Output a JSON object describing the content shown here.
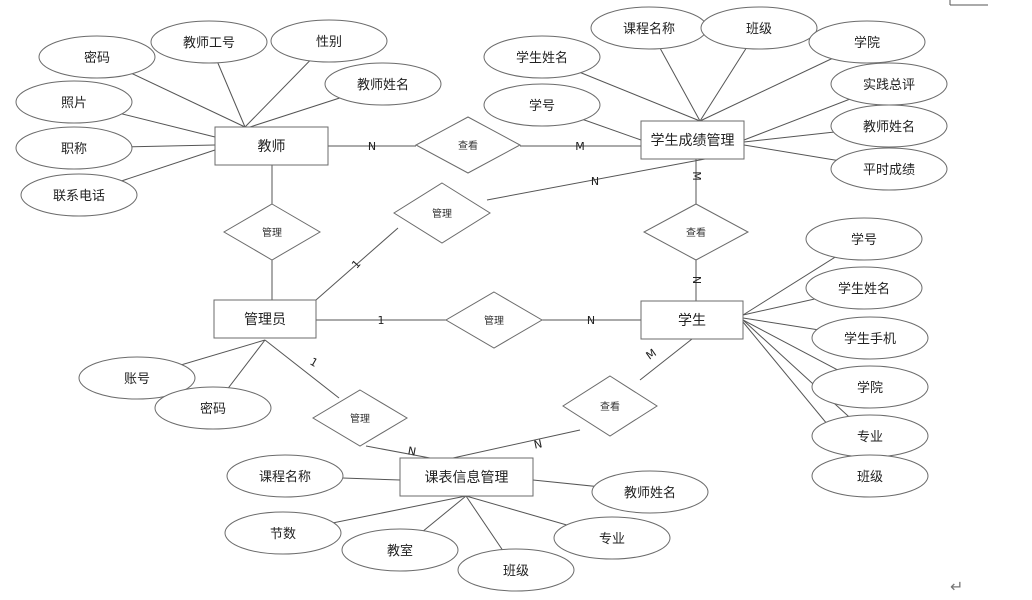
{
  "diagram": {
    "entities": {
      "teacher": "教师",
      "grade_mgmt": "学生成绩管理",
      "admin": "管理员",
      "student": "学生",
      "schedule_mgmt": "课表信息管理"
    },
    "relationships": {
      "teacher_view_grade": "查看",
      "teacher_admin": "管理",
      "admin_grade": "管理",
      "student_view_grade": "查看",
      "admin_student": "管理",
      "admin_schedule": "管理",
      "student_view_schedule": "查看"
    },
    "attributes": {
      "teacher": [
        "密码",
        "教师工号",
        "性别",
        "教师姓名",
        "照片",
        "职称",
        "联系电话"
      ],
      "grade_mgmt": [
        "学生姓名",
        "课程名称",
        "班级",
        "学院",
        "学号",
        "实践总评",
        "教师姓名",
        "平时成绩"
      ],
      "admin": [
        "账号",
        "密码"
      ],
      "student": [
        "学号",
        "学生姓名",
        "学生手机",
        "学院",
        "专业",
        "班级"
      ],
      "schedule_mgmt": [
        "课程名称",
        "教师姓名",
        "节数",
        "教室",
        "班级",
        "专业"
      ]
    },
    "cardinalities": {
      "teacher_view": "N",
      "view_grade": "M",
      "admin_to_grade": "1",
      "grade_from_admin": "N",
      "grade_to_studentview": "M",
      "studentview_to_student": "N",
      "admin_to_student": "1",
      "student_from_admin": "N",
      "student_to_schedview": "M",
      "schedview_to_schedule": "N",
      "admin_to_schedule": "1",
      "schedule_from_admin": "N"
    },
    "mark": "↵"
  }
}
